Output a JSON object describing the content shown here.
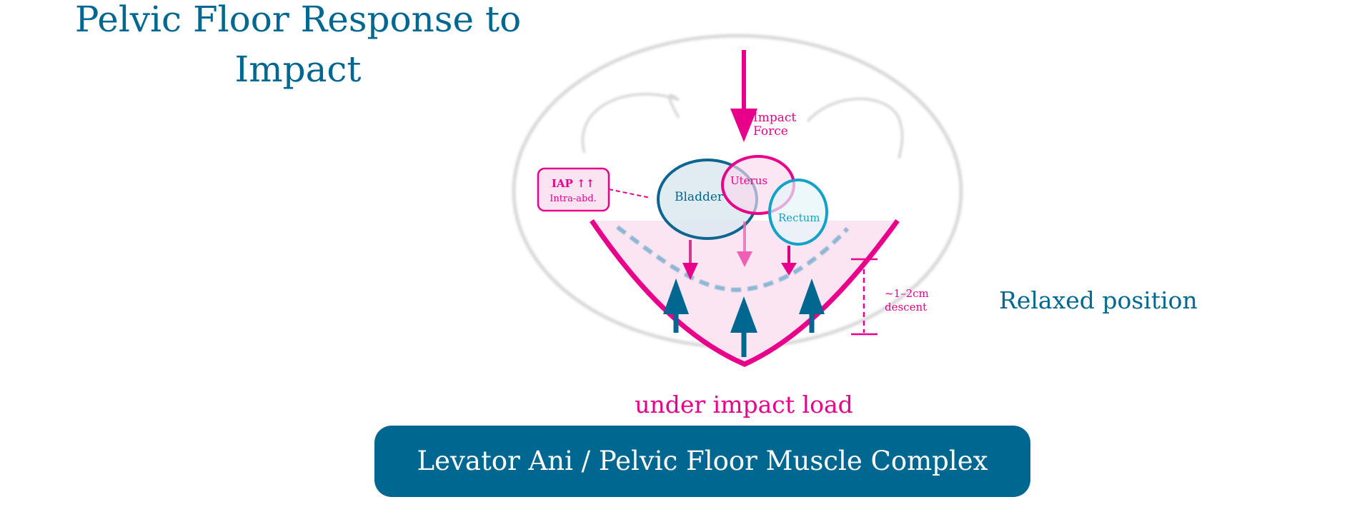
{
  "title": {
    "line1": "Pelvic Floor Response to",
    "line2": "Impact"
  },
  "colors": {
    "primary_teal": "#006890",
    "accent_pink": "#e8008a",
    "rectum_cyan": "#12a2c6",
    "outline_gray": "#d6d6d6",
    "pink_fill": "#fbe4f2",
    "bladder_fill": "#dde9f1",
    "rectum_fill": "#e6f5fa"
  },
  "impact_force": {
    "label_line1": "Impact",
    "label_line2": "Force",
    "icon": "arrow-down-icon"
  },
  "iap_box": {
    "label": "IAP ↑↑",
    "sublabel": "Intra-abd."
  },
  "organs": {
    "bladder": "Bladder",
    "uterus": "Uterus",
    "rectum": "Rectum"
  },
  "descent": {
    "line1": "~1–2cm",
    "line2": "descent"
  },
  "relaxed_label": "Relaxed position",
  "impact_load_label": "under impact load",
  "banner": {
    "label": "Levator Ani / Pelvic Floor Muscle Complex"
  },
  "arrows": {
    "downward_organ_arrows": 3,
    "upward_muscle_arrows": 3
  }
}
